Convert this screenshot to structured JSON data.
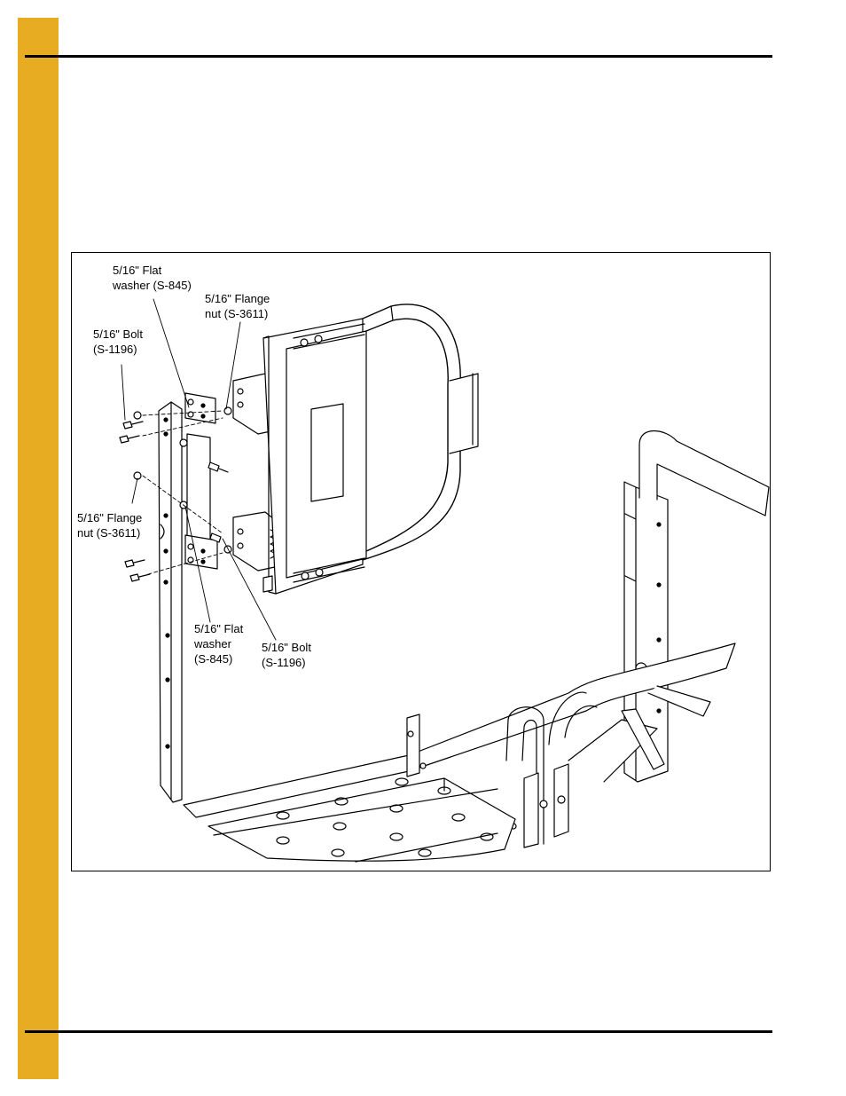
{
  "figure": {
    "callouts": {
      "flat_washer_top": {
        "line1": "5/16\" Flat",
        "line2": "washer (S-845)"
      },
      "flange_nut_top": {
        "line1": "5/16\" Flange",
        "line2": "nut (S-3611)"
      },
      "bolt_top": {
        "line1": "5/16\" Bolt",
        "line2": "(S-1196)"
      },
      "flange_nut_mid": {
        "line1": "5/16\" Flange",
        "line2": "nut (S-3611)"
      },
      "flat_washer_bottom": {
        "line1": "5/16\" Flat",
        "line2": "washer",
        "line3": "(S-845)"
      },
      "bolt_bottom": {
        "line1": "5/16\" Bolt",
        "line2": "(S-1196)"
      }
    }
  },
  "colors": {
    "side_tab": "#e8ac22",
    "rules": "#000000"
  }
}
